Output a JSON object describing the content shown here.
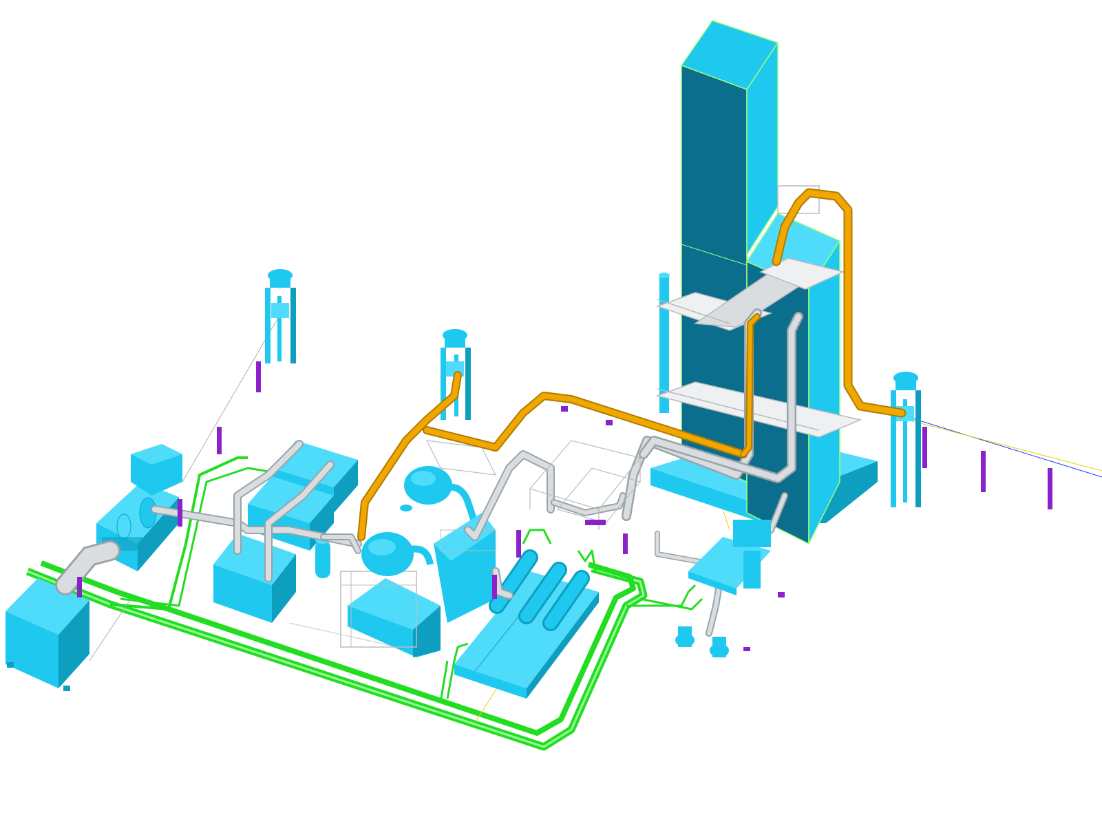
{
  "colors": {
    "background": "#ffffff",
    "equipment_cyan": "#1ec8ee",
    "equipment_cyan_light": "#4fdcfb",
    "equipment_cyan_dark": "#0e9ec0",
    "coldbox_dark": "#0b6e8c",
    "coldbox_edge": "#9cff7a",
    "steel_pipe": "#d9dde0",
    "steel_pipe_shade": "#9aa3a8",
    "gas_pipe_orange": "#f0a800",
    "water_pipe_green": "#22dd22",
    "support_purple": "#8a22cc",
    "signal_line_blue": "#1a3cff",
    "signal_line_yellow": "#e8d000",
    "handrail_grey": "#b8bcbf"
  },
  "components": [
    {
      "name": "air-cooled-condenser-box",
      "icon": "box"
    },
    {
      "name": "main-air-compressor",
      "icon": "compressor"
    },
    {
      "name": "air-filter-tower-west",
      "icon": "filter-tower"
    },
    {
      "name": "air-filter-tower-center",
      "icon": "filter-tower"
    },
    {
      "name": "air-filter-tower-east",
      "icon": "filter-tower"
    },
    {
      "name": "precooling-unit",
      "icon": "box"
    },
    {
      "name": "molecular-sieve-adsorbers",
      "icon": "vessel"
    },
    {
      "name": "booster-expander-skid",
      "icon": "cylinders"
    },
    {
      "name": "distillation-cold-box",
      "icon": "column"
    },
    {
      "name": "liquid-pump-skid",
      "icon": "pump"
    }
  ]
}
